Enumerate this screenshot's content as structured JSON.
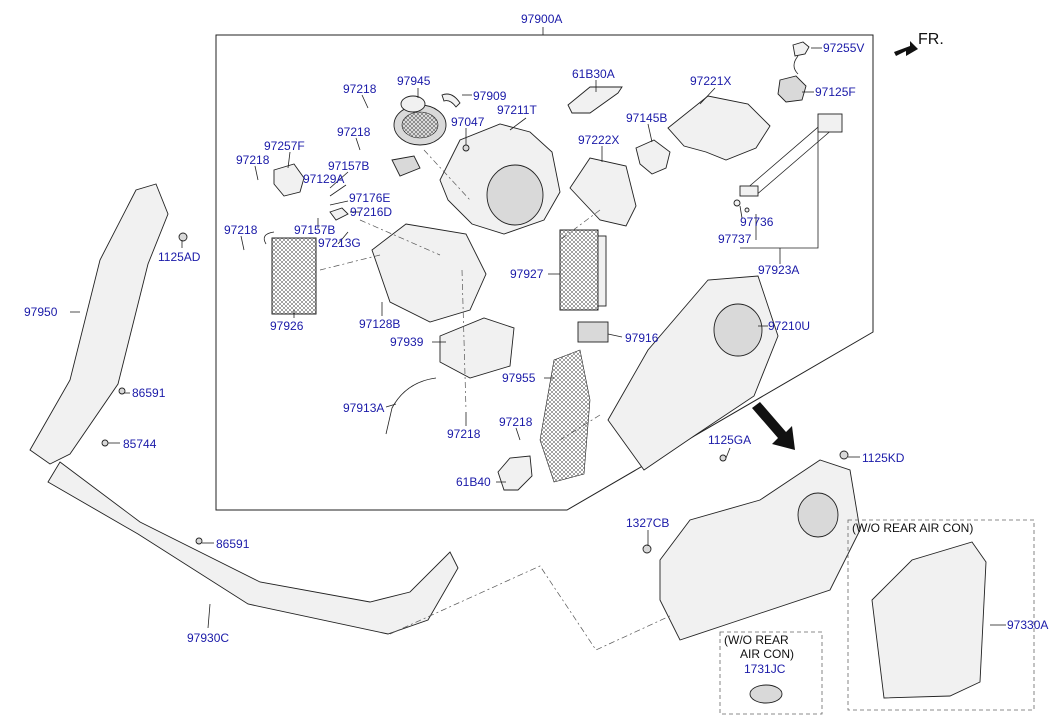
{
  "direction": {
    "label": "FR."
  },
  "labels": [
    {
      "id": "97900A",
      "text": "97900A"
    },
    {
      "id": "97255V",
      "text": "97255V"
    },
    {
      "id": "97125F",
      "text": "97125F"
    },
    {
      "id": "61B30A",
      "text": "61B30A"
    },
    {
      "id": "97221X",
      "text": "97221X"
    },
    {
      "id": "97218a",
      "text": "97218"
    },
    {
      "id": "97945",
      "text": "97945"
    },
    {
      "id": "97909",
      "text": "97909"
    },
    {
      "id": "97211T",
      "text": "97211T"
    },
    {
      "id": "97047",
      "text": "97047"
    },
    {
      "id": "97218b",
      "text": "97218"
    },
    {
      "id": "97145B",
      "text": "97145B"
    },
    {
      "id": "97222X",
      "text": "97222X"
    },
    {
      "id": "97257F",
      "text": "97257F"
    },
    {
      "id": "97218c",
      "text": "97218"
    },
    {
      "id": "97157Ba",
      "text": "97157B"
    },
    {
      "id": "97129A",
      "text": "97129A"
    },
    {
      "id": "97176E",
      "text": "97176E"
    },
    {
      "id": "97216D",
      "text": "97216D"
    },
    {
      "id": "97157Bb",
      "text": "97157B"
    },
    {
      "id": "97213G",
      "text": "97213G"
    },
    {
      "id": "97218d",
      "text": "97218"
    },
    {
      "id": "1125AD",
      "text": "1125AD"
    },
    {
      "id": "97736",
      "text": "97736"
    },
    {
      "id": "97737",
      "text": "97737"
    },
    {
      "id": "97923A",
      "text": "97923A"
    },
    {
      "id": "97927",
      "text": "97927"
    },
    {
      "id": "97950",
      "text": "97950"
    },
    {
      "id": "97926",
      "text": "97926"
    },
    {
      "id": "97128B",
      "text": "97128B"
    },
    {
      "id": "97210U",
      "text": "97210U"
    },
    {
      "id": "97939",
      "text": "97939"
    },
    {
      "id": "97916",
      "text": "97916"
    },
    {
      "id": "86591a",
      "text": "86591"
    },
    {
      "id": "97955",
      "text": "97955"
    },
    {
      "id": "97913A",
      "text": "97913A"
    },
    {
      "id": "85744",
      "text": "85744"
    },
    {
      "id": "97218e",
      "text": "97218"
    },
    {
      "id": "97218f",
      "text": "97218"
    },
    {
      "id": "1125GA",
      "text": "1125GA"
    },
    {
      "id": "1125KD",
      "text": "1125KD"
    },
    {
      "id": "61B40",
      "text": "61B40"
    },
    {
      "id": "1327CB",
      "text": "1327CB"
    },
    {
      "id": "86591b",
      "text": "86591"
    },
    {
      "id": "97330A",
      "text": "97330A"
    },
    {
      "id": "97930C",
      "text": "97930C"
    },
    {
      "id": "1731JC",
      "text": "1731JC"
    }
  ],
  "notes": {
    "rear_air_con_box": "(W/O REAR AIR CON)",
    "plug_box_line1": "(W/O REAR",
    "plug_box_line2": "AIR CON)"
  }
}
